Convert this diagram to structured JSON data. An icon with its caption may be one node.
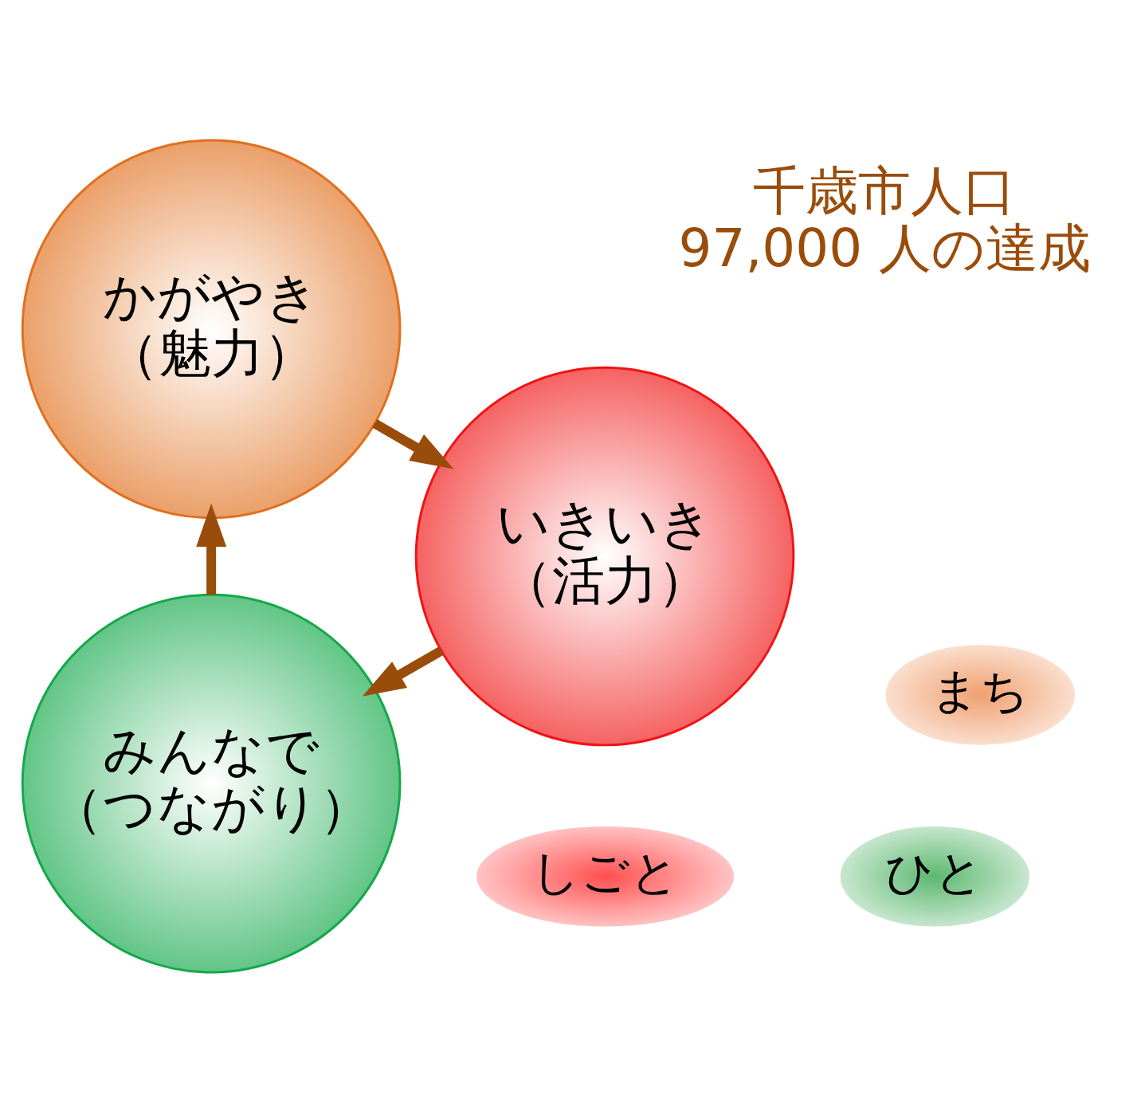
{
  "diagram": {
    "nodes": [
      {
        "text": [
          "みんなで",
          "（つながり）"
        ]
      },
      {
        "text": [
          "かがやき",
          "（魅力）"
        ]
      },
      {
        "text": [
          "いきいき",
          "（活力）"
        ]
      }
    ],
    "edges": [
      {
        "from": 0,
        "to": 1,
        "arrow": "to"
      },
      {
        "from": 1,
        "to": 2,
        "arrow": "to"
      },
      {
        "from": 2,
        "to": 0,
        "arrow": "to"
      }
    ],
    "labels": [
      "しごと",
      "ひと",
      "千歳市人口 97,000 人の達成",
      "まち"
    ]
  }
}
